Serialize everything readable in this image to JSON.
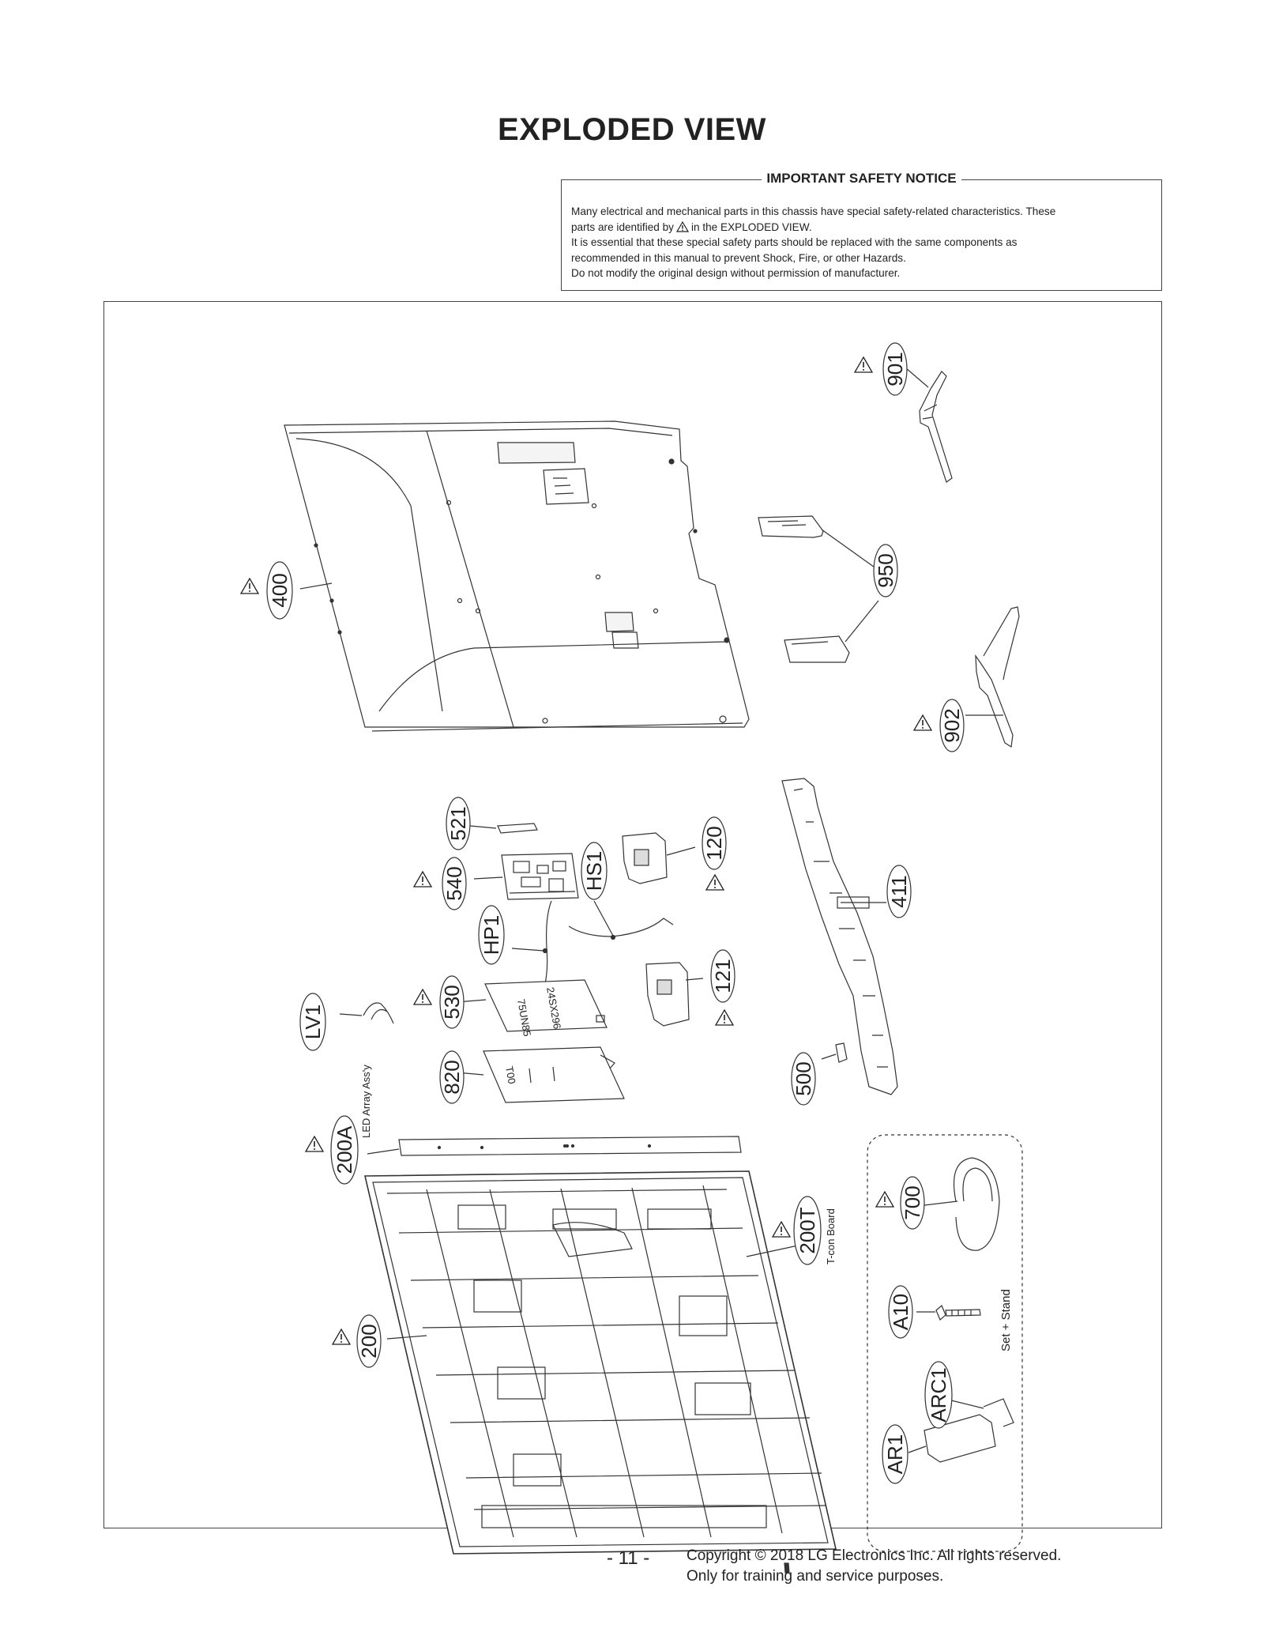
{
  "header": {
    "title": "EXPLODED VIEW"
  },
  "safety_notice": {
    "title": "IMPORTANT SAFETY NOTICE",
    "line1": "Many electrical and mechanical parts in this chassis have special safety-related characteristics. These",
    "line2_before": "parts are identified by",
    "line2_after": "in the EXPLODED VIEW.",
    "line3": "It is essential that these special safety parts should be replaced with the same components as",
    "line4": "recommended in this manual to prevent Shock, Fire, or other Hazards.",
    "line5": "Do not modify the original design without permission of manufacturer."
  },
  "parts": {
    "p901": "901",
    "p400": "400",
    "p950": "950",
    "p902": "902",
    "p521": "521",
    "p540": "540",
    "pHS1": "HS1",
    "p120": "120",
    "p411": "411",
    "pHP1": "HP1",
    "p530": "530",
    "p121": "121",
    "pLV1": "LV1",
    "p820": "820",
    "p500": "500",
    "p200A": "200A",
    "p200T": "200T",
    "p700": "700",
    "p200": "200",
    "pA10": "A10",
    "pARC1": "ARC1",
    "pAR1": "AR1"
  },
  "annotations": {
    "led_array": "LED Array Ass'y",
    "tcon_board": "T-con Board",
    "set_stand": "Set + Stand"
  },
  "board_markings": {
    "b530a": "75UN85",
    "b530b": "24SX296",
    "b820": "T00"
  },
  "footer": {
    "page_number": "- 11 -",
    "copyright_line1": "Copyright © 2018 LG Electronics Inc. All rights reserved.",
    "copyright_line2": "Only for training and service purposes."
  }
}
